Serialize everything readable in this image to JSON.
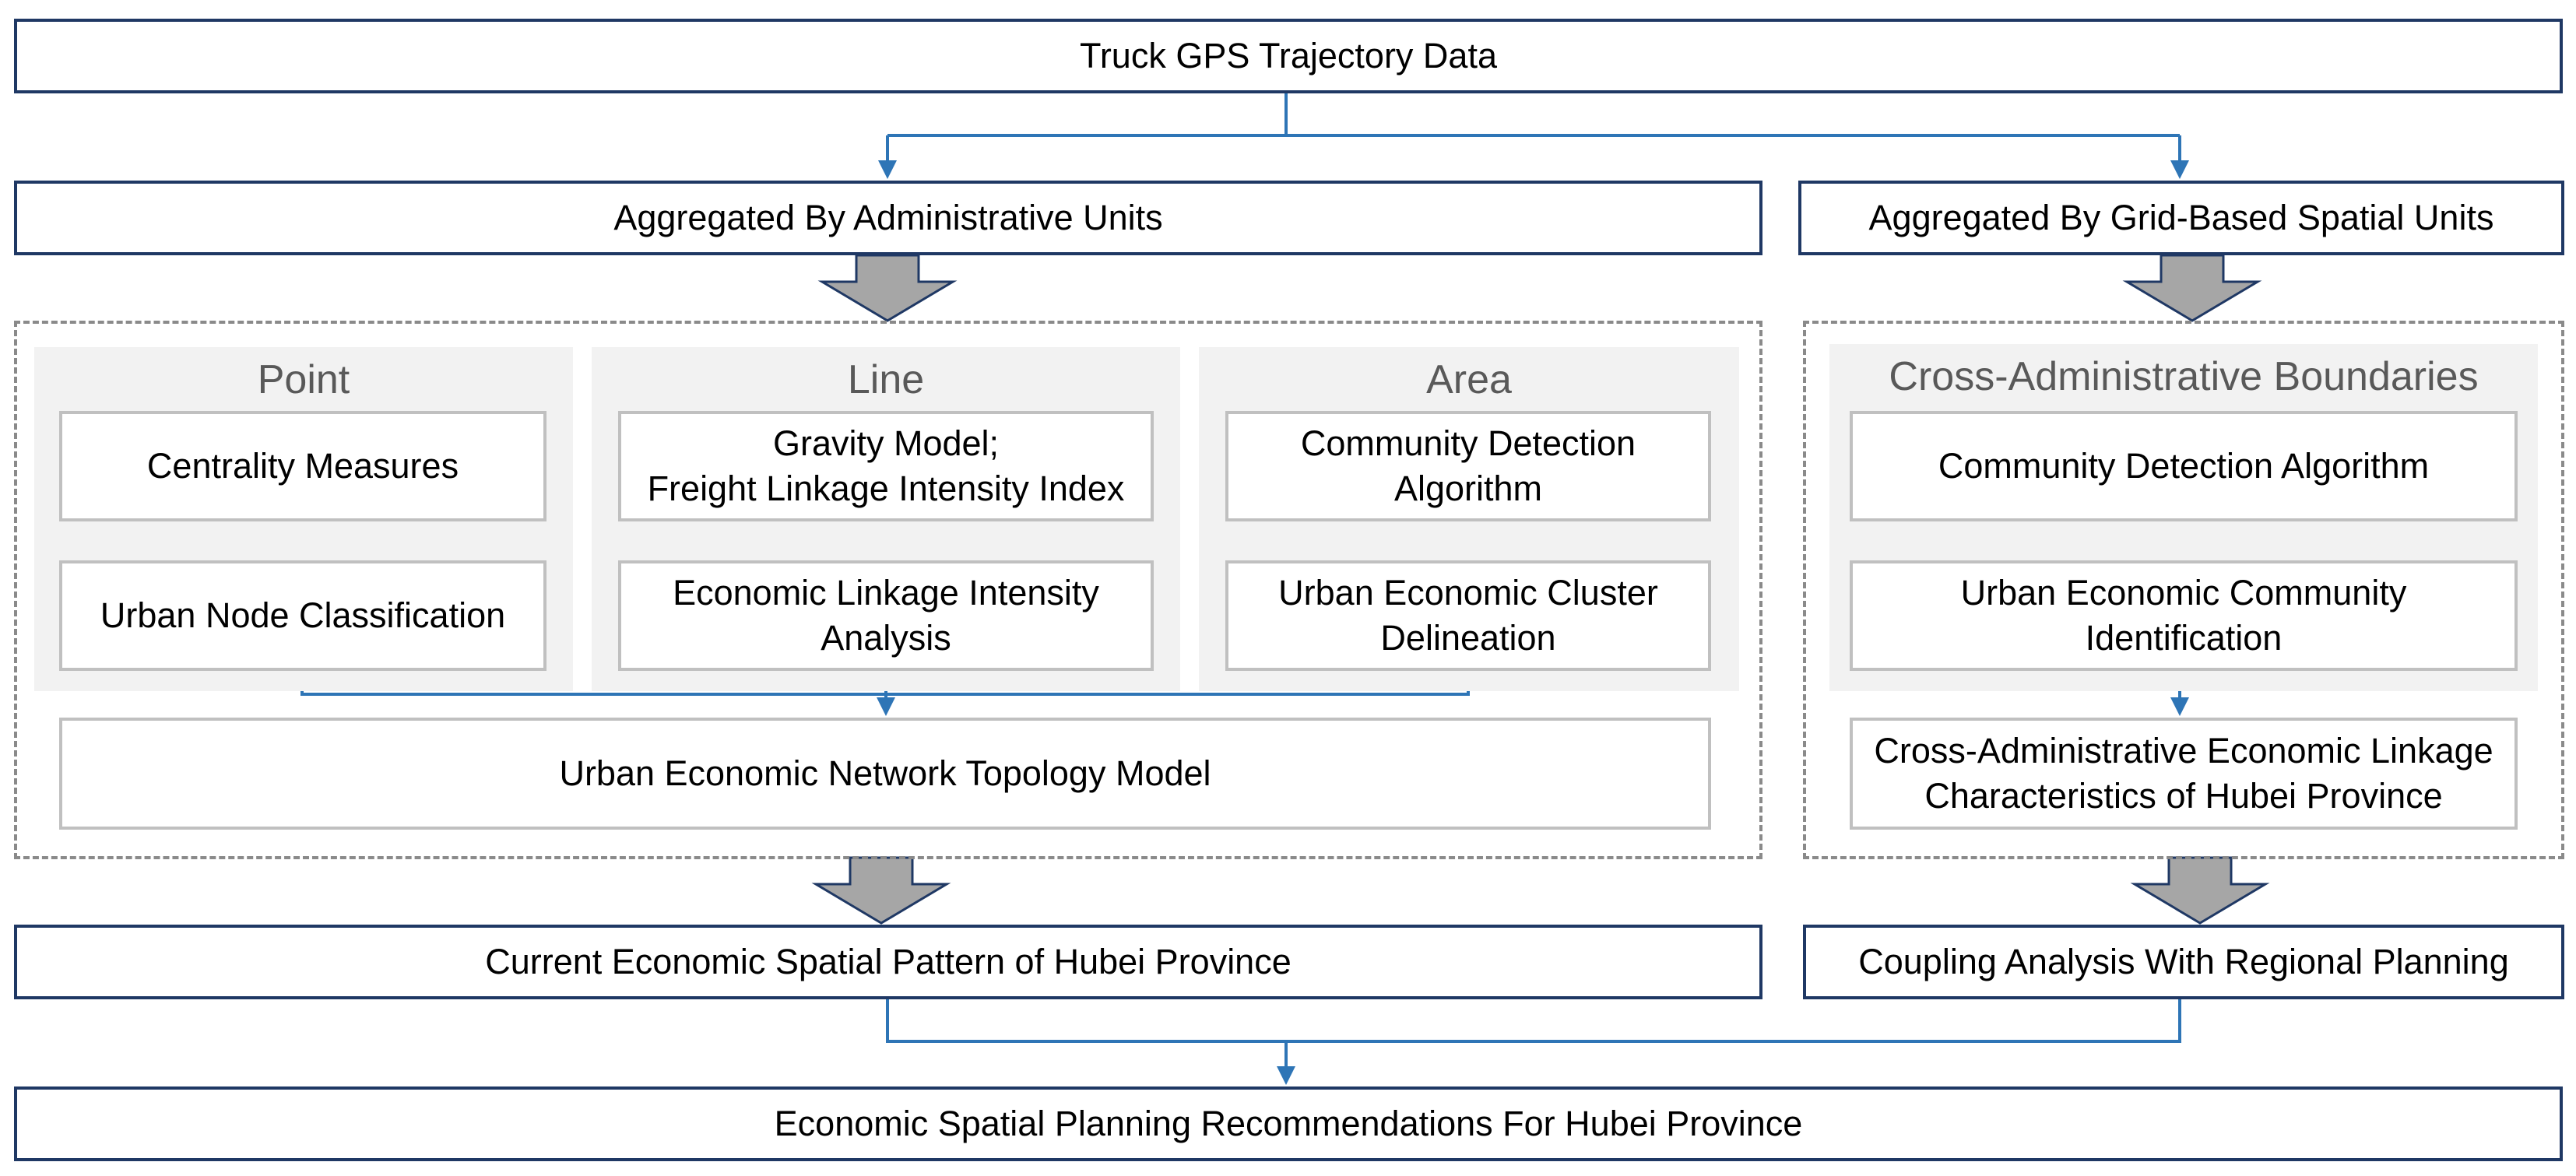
{
  "top": "Truck GPS Trajectory Data",
  "left_agg": "Aggregated By Administrative Units",
  "right_agg": "Aggregated By Grid-Based Spatial Units",
  "point": {
    "title": "Point",
    "step1": "Centrality Measures",
    "step2": "Urban Node Classification"
  },
  "line": {
    "title": "Line",
    "step1": "Gravity Model;\nFreight Linkage Intensity Index",
    "step2": "Economic Linkage Intensity Analysis"
  },
  "area": {
    "title": "Area",
    "step1": "Community Detection Algorithm",
    "step2": "Urban Economic Cluster Delineation"
  },
  "topology": "Urban Economic Network Topology Model",
  "cross": {
    "title": "Cross-Administrative Boundaries",
    "step1": "Community Detection Algorithm",
    "step2": "Urban Economic Community Identification",
    "step3": "Cross-Administrative Economic Linkage Characteristics of Hubei Province"
  },
  "left_result": "Current Economic Spatial Pattern of Hubei Province",
  "right_result": "Coupling Analysis With Regional Planning",
  "bottom": "Economic Spatial Planning Recommendations For Hubei Province",
  "colors": {
    "box_border": "#1f3864",
    "arrow": "#2e75b6",
    "block_arrow_fill": "#a6a6a6",
    "panel": "#f2f2f2"
  }
}
